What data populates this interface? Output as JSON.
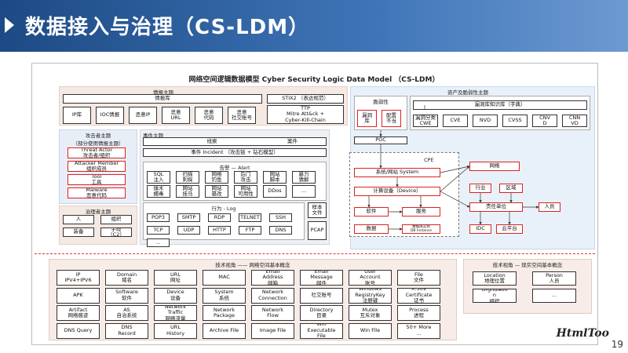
{
  "slide": {
    "title": "数据接入与治理（CS-LDM）",
    "page_number": "19",
    "logo": "HtmlToo"
  },
  "diagram": {
    "title": "网络空间逻辑数据模型 Cyber Security Logic Data Model （CS-LDM）",
    "intel": {
      "header": "情报主题",
      "intel_lib": "情报库",
      "stix": "STIX2 （表达规范）",
      "items": [
        "IP库",
        "IOC情报",
        "恶意IP",
        "恶意\nURL",
        "恶意\n代码",
        "恶意\n社交账号"
      ],
      "ttp": "TTP\nMitre Att&ck +\nCyber-Kill-Chain"
    },
    "attacker": {
      "header": "攻击者主题\n（部分使用情报主题）",
      "items": [
        "Threat Actor\n攻击者/组织",
        "Attacker Member\n组织成员",
        "Tool\n工具",
        "Malware\n恶意代码"
      ]
    },
    "governance": {
      "header": "治理者主题",
      "items": [
        "人",
        "组织",
        "装备",
        "手段\n（C2）"
      ]
    },
    "event": {
      "header": "事件主题",
      "clue": "线索",
      "case": "案件",
      "incident": "事件 Incident （攻击链 + 钻石模型）",
      "alert_title": "告警 — Alert",
      "alerts": [
        "SQL\n注入",
        "扫描\n刺探",
        "网络\n钓鱼",
        "后门\n攻击",
        "网站\n脚本",
        "暴力\n猜解",
        "僵木\n蠕毒",
        "网站\n挂马",
        "网站\n篡改",
        "网站\n可用性",
        "DDos",
        "..."
      ],
      "log_title": "行为 - Log",
      "logs": [
        "POP3",
        "SMTP",
        "RDP",
        "TELNET",
        "SSH",
        "TCP",
        "UDP",
        "HTTP",
        "FTP",
        "DNS",
        "..."
      ],
      "sample": "样本\n文件",
      "pcap": "PCAP"
    },
    "asset": {
      "header": "资产及脆弱性主题",
      "vuln_header": "脆弱性",
      "vuln_items": [
        "漏洞\n库",
        "配置\n不当"
      ],
      "poc": "POC",
      "kb_title": "漏洞库知识库（字典）",
      "kb_items": [
        "漏洞分类\nCWE",
        "CVE",
        "NVD",
        "CVSS",
        "CNV\nD",
        "CNN\nVD"
      ],
      "cpe": "CPE",
      "system": "系统/网站 System",
      "device": "计算设备（Device）",
      "software": "软件",
      "service": "服务",
      "data": "数据",
      "db": "数据库实例\nDB Instance",
      "network": "网络",
      "region": "区域",
      "industry": "行业",
      "unit": "责任单位",
      "person": "人员",
      "idc": "IDC",
      "cloud": "云平台"
    },
    "cyber": {
      "header": "技术视角  —— 网络空间基本概念",
      "items": [
        "IP\nIPV4+IPV6",
        "Domain\n域名",
        "URL\n网址",
        "MAC",
        "Email\nAddress\n邮箱",
        "Email\nMessage\n邮件",
        "User\nAccount\n账号",
        "File\n文件",
        "APK",
        "Software\n软件",
        "Device\n设备",
        "System\n系统",
        "Network\nConnection",
        "社交账号",
        "Windows\nRegistryKey\n注册键",
        "X.509\nCertificate\n证书",
        "Artifact\n网络痕迹",
        "AS\n自治系统",
        "Network\nTraffic\n网络流量",
        "Network\nPackage",
        "Network\nFlow",
        "Directory\n目录",
        "Mutex\n互斥对象",
        "Process\n进程",
        "DNS Query",
        "DNS\nRecord",
        "URL\nHistory",
        "Archive File",
        "Image File",
        "Win\nExecutable\nFile",
        "Win File",
        "50+ More\n..."
      ]
    },
    "real": {
      "header": "技术视角  — 现实空间基本概念",
      "items": [
        "Location\n地理位置",
        "Person\n人员",
        "Orgnizatio\nn\n组织",
        "..."
      ]
    }
  }
}
